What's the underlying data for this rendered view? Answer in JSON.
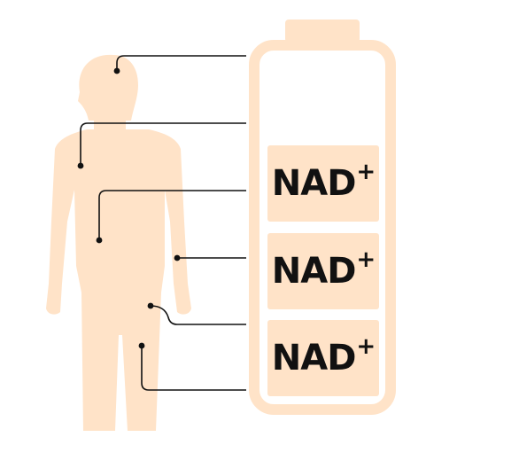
{
  "colors": {
    "body": "#ffe3c8",
    "battery": "#ffe3c8",
    "connector": "#111111",
    "text": "#111111"
  },
  "battery": {
    "cells": [
      {
        "label": "NAD",
        "superscript": "+"
      },
      {
        "label": "NAD",
        "superscript": "+"
      },
      {
        "label": "NAD",
        "superscript": "+"
      }
    ]
  },
  "connectors": [
    {
      "target": "head"
    },
    {
      "target": "shoulder"
    },
    {
      "target": "torso"
    },
    {
      "target": "arm"
    },
    {
      "target": "hip"
    },
    {
      "target": "leg"
    }
  ]
}
